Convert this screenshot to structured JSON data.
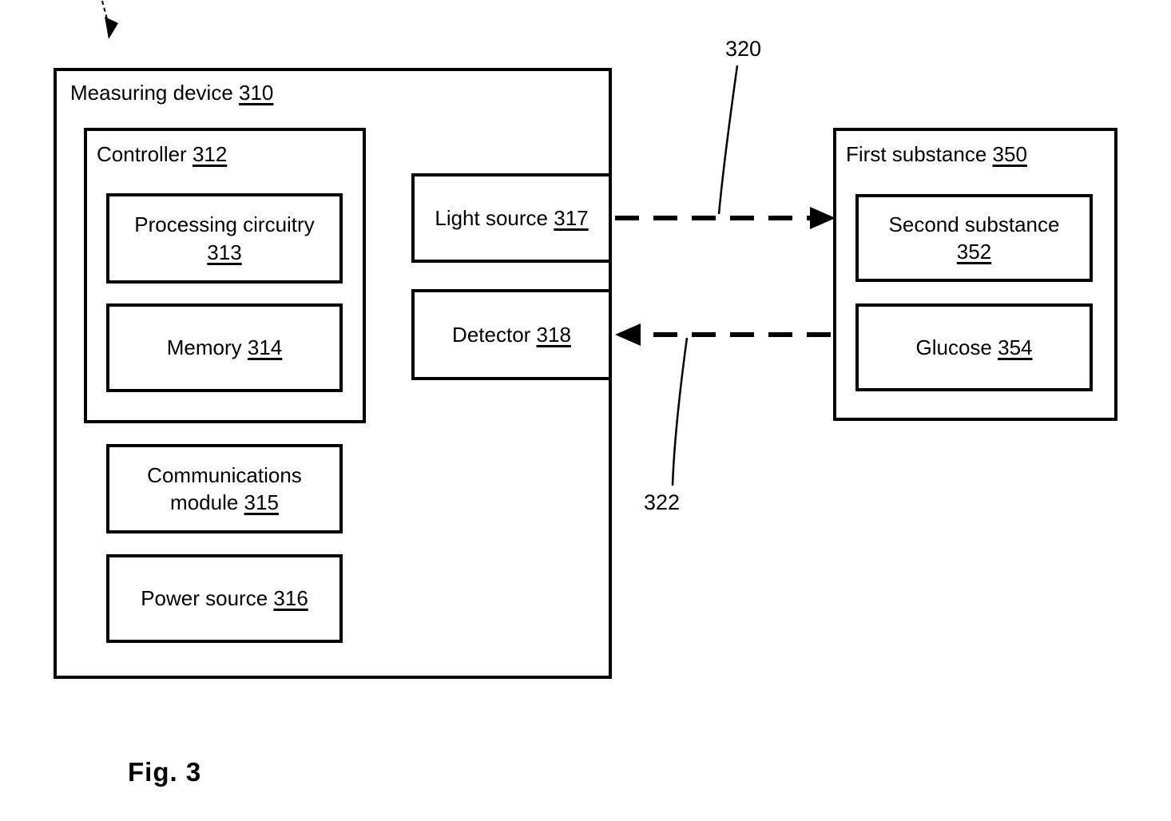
{
  "figure": {
    "caption": "Fig. 3"
  },
  "colors": {
    "line": "#000000",
    "background": "#ffffff"
  },
  "nodes": {
    "measuring_device": {
      "label": "Measuring device",
      "ref": "310"
    },
    "controller": {
      "label": "Controller",
      "ref": "312"
    },
    "processing_circuitry": {
      "label": "Processing circuitry",
      "ref": "313"
    },
    "memory": {
      "label": "Memory",
      "ref": "314"
    },
    "light_source": {
      "label": "Light source",
      "ref": "317"
    },
    "detector": {
      "label": "Detector",
      "ref": "318"
    },
    "communications_module": {
      "label_line1": "Communications",
      "label_line2": "module",
      "ref": "315"
    },
    "power_source": {
      "label": "Power source",
      "ref": "316"
    },
    "first_substance": {
      "label": "First substance",
      "ref": "350"
    },
    "second_substance": {
      "label": "Second substance",
      "ref": "352"
    },
    "glucose": {
      "label": "Glucose",
      "ref": "354"
    }
  },
  "arrows": {
    "beam_out": {
      "ref": "320",
      "direction": "right",
      "style": "dashed"
    },
    "beam_return": {
      "ref": "322",
      "direction": "left",
      "style": "dashed"
    }
  }
}
